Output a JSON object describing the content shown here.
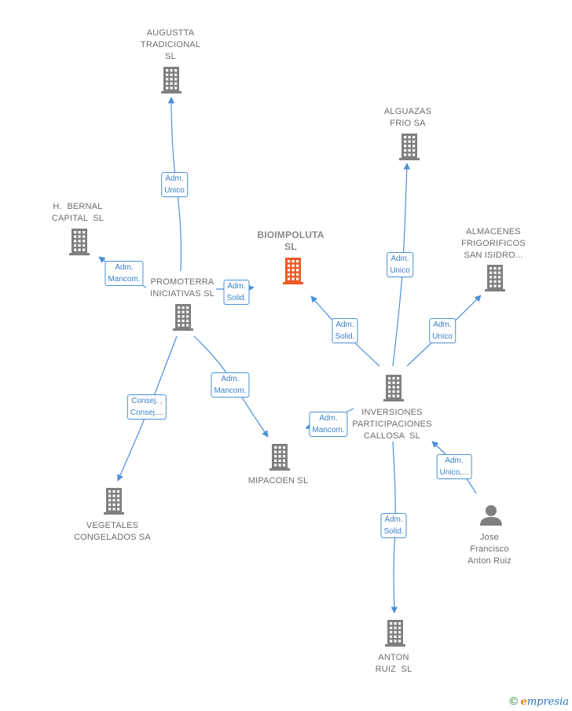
{
  "colors": {
    "edge": "#4a90d9",
    "node": "#7f7f7f",
    "focus_node": "#ee5a24",
    "text": "#6d6d6d"
  },
  "nodes": [
    {
      "id": "bioimpoluta",
      "label": "BIOIMPOLUTA\nSL",
      "kind": "company",
      "focus": true
    },
    {
      "id": "augustta",
      "label": "AUGUSTTA\nTRADICIONAL\nSL",
      "kind": "company"
    },
    {
      "id": "hbernal",
      "label": "H.  BERNAL\nCAPITAL  SL",
      "kind": "company"
    },
    {
      "id": "promoterra",
      "label": "PROMOTERRA\nINICIATIVAS SL",
      "kind": "company"
    },
    {
      "id": "vegetales",
      "label": "VEGETALES\nCONGELADOS SA",
      "kind": "company"
    },
    {
      "id": "mipacoen",
      "label": "MIPACOEN SL",
      "kind": "company"
    },
    {
      "id": "alguazas",
      "label": "ALGUAZAS\nFRIO SA",
      "kind": "company"
    },
    {
      "id": "almacenes",
      "label": "ALMACENES\nFRIGORIFICOS\nSAN ISIDRO...",
      "kind": "company"
    },
    {
      "id": "inversiones",
      "label": "INVERSIONES\nPARTICIPACIONES\nCALLOSA  SL",
      "kind": "company"
    },
    {
      "id": "antonruiz",
      "label": "ANTON\nRUIZ  SL",
      "kind": "company"
    },
    {
      "id": "jose",
      "label": "Jose\nFrancisco\nAnton Ruiz",
      "kind": "person"
    }
  ],
  "edges": [
    {
      "from": "promoterra",
      "to": "augustta",
      "label": "Adm.\nUnico"
    },
    {
      "from": "promoterra",
      "to": "hbernal",
      "label": "Adm.\nMancom."
    },
    {
      "from": "promoterra",
      "to": "bioimpoluta",
      "label": "Adm.\nSolid."
    },
    {
      "from": "promoterra",
      "to": "vegetales",
      "label": "Consej. ,\nConsej...."
    },
    {
      "from": "promoterra",
      "to": "mipacoen",
      "label": "Adm.\nMancom."
    },
    {
      "from": "inversiones",
      "to": "bioimpoluta",
      "label": "Adm.\nSolid."
    },
    {
      "from": "inversiones",
      "to": "alguazas",
      "label": "Adm.\nUnico"
    },
    {
      "from": "inversiones",
      "to": "almacenes",
      "label": "Adm.\nUnico"
    },
    {
      "from": "inversiones",
      "to": "mipacoen",
      "label": "Adm.\nMancom."
    },
    {
      "from": "inversiones",
      "to": "antonruiz",
      "label": "Adm.\nSolid."
    },
    {
      "from": "jose",
      "to": "inversiones",
      "label": "Adm.\nUnico,..."
    }
  ],
  "brand": {
    "copyright": "©",
    "name_first": "e",
    "name_rest": "mpresia"
  }
}
